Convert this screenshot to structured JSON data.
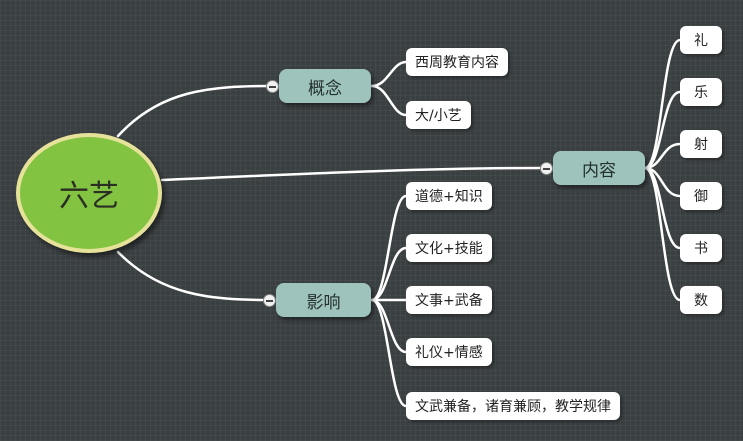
{
  "root": {
    "label": "六艺"
  },
  "branches": {
    "concept": {
      "label": "概念",
      "items": [
        "西周教育内容",
        "大/小艺"
      ]
    },
    "content": {
      "label": "内容",
      "items": [
        "礼",
        "乐",
        "射",
        "御",
        "书",
        "数"
      ]
    },
    "influence": {
      "label": "影响",
      "items": [
        "道德+知识",
        "文化+技能",
        "文事+武备",
        "礼仪+情感",
        "文武兼备，诸育兼顾，教学规律"
      ]
    }
  },
  "colors": {
    "root_fill": "#82c341",
    "root_border": "#e7e29a",
    "branch_fill": "#9ec3bd",
    "leaf_fill": "#ffffff",
    "line": "#ffffff",
    "background": "#3a3f41"
  }
}
